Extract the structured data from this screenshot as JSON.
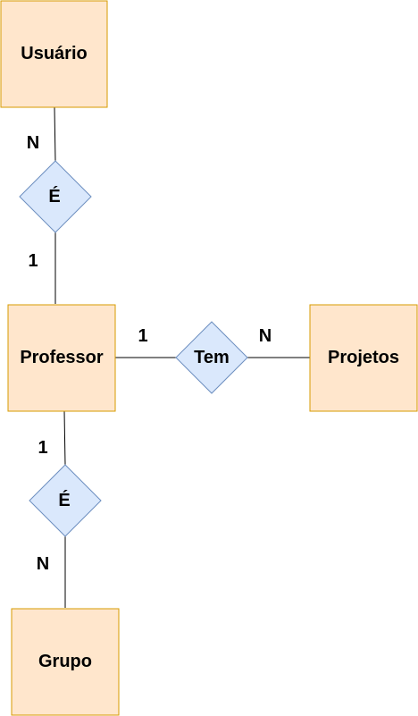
{
  "colors": {
    "entity_fill": "#ffe6cc",
    "entity_stroke": "#d79b00",
    "relationship_fill": "#dae8fc",
    "relationship_stroke": "#6c8ebf"
  },
  "entities": {
    "usuario": "Usuário",
    "professor": "Professor",
    "projetos": "Projetos",
    "grupo": "Grupo"
  },
  "relationships": {
    "e_top": "É",
    "tem": "Tem",
    "e_bottom": "É"
  },
  "cardinalities": {
    "usuario_side": "N",
    "professor_top": "1",
    "professor_tem": "1",
    "projetos_side": "N",
    "professor_bottom": "1",
    "grupo_side": "N"
  }
}
